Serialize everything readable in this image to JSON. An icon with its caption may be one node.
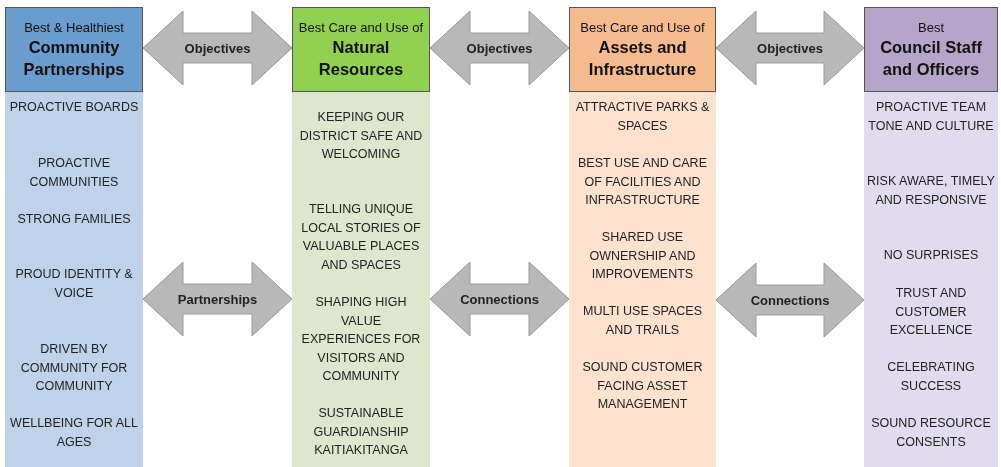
{
  "diagram": {
    "nodes": [
      {
        "text": [
          "Best & Healthiest",
          "Community Partnerships"
        ]
      },
      {
        "text": [
          "Best Care and Use of",
          "Natural Resources"
        ]
      },
      {
        "text": [
          "Best Care and Use of",
          "Assets and Infrastructure"
        ]
      },
      {
        "text": [
          "Best",
          "Council Staff and Officers"
        ]
      },
      {
        "text": [
          "PROACTIVE BOARDS",
          "PROACTIVE COMMUNITIES",
          "STRONG FAMILIES",
          "PROUD IDENTITY & VOICE",
          "DRIVEN BY COMMUNITY FOR COMMUNITY",
          "WELLBEING FOR ALL AGES"
        ]
      },
      {
        "text": [
          "KEEPING OUR DISTRICT SAFE AND WELCOMING",
          "TELLING UNIQUE LOCAL STORIES OF VALUABLE PLACES AND SPACES",
          "SHAPING HIGH VALUE EXPERIENCES FOR VISITORS AND COMMUNITY",
          "SUSTAINABLE GUARDIANSHIP KAITIAKITANGA"
        ]
      },
      {
        "text": [
          "ATTRACTIVE PARKS & SPACES",
          "BEST USE AND CARE OF FACILITIES AND INFRASTRUCTURE",
          "SHARED USE OWNERSHIP AND IMPROVEMENTS",
          "MULTI USE SPACES AND TRAILS",
          "SOUND CUSTOMER FACING ASSET MANAGEMENT"
        ]
      },
      {
        "text": [
          "PROACTIVE TEAM TONE AND CULTURE",
          "RISK AWARE, TIMELY AND RESPONSIVE",
          "NO SURPRISES",
          "TRUST AND CUSTOMER EXCELLENCE",
          "CELEBRATING SUCCESS",
          "SOUND RESOURCE CONSENTS"
        ]
      }
    ],
    "edges": [
      {
        "from": 0,
        "to": 1,
        "arrow": "both",
        "label": "Objectives"
      },
      {
        "from": 1,
        "to": 2,
        "arrow": "both",
        "label": "Objectives"
      },
      {
        "from": 2,
        "to": 3,
        "arrow": "both",
        "label": "Objectives"
      },
      {
        "from": 4,
        "to": 5,
        "arrow": "both",
        "label": "Partnerships"
      },
      {
        "from": 5,
        "to": 6,
        "arrow": "both",
        "label": "Connections"
      },
      {
        "from": 6,
        "to": 7,
        "arrow": "both",
        "label": "Connections"
      }
    ]
  }
}
